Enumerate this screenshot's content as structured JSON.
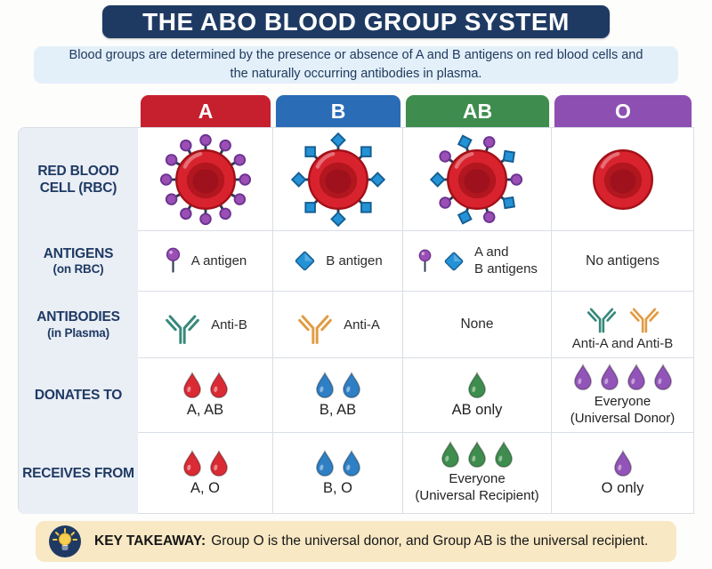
{
  "title": "THE ABO BLOOD GROUP SYSTEM",
  "subtitle": "Blood groups are determined by the presence or absence of A and B antigens on red blood cells and the naturally occurring antibodies in plasma.",
  "columns": [
    {
      "label": "A",
      "color": "#c6202e"
    },
    {
      "label": "B",
      "color": "#2a6cb5"
    },
    {
      "label": "AB",
      "color": "#3e8d4e"
    },
    {
      "label": "O",
      "color": "#8d4fb2"
    }
  ],
  "row_headers": {
    "rbc": {
      "title": "RED BLOOD CELL (RBC)",
      "sub": ""
    },
    "antigens": {
      "title": "ANTIGENS",
      "sub": "(on RBC)"
    },
    "antibodies": {
      "title": "ANTIBODIES",
      "sub": "(in Plasma)"
    },
    "donates": {
      "title": "DONATES TO",
      "sub": ""
    },
    "receives": {
      "title": "RECEIVES FROM",
      "sub": ""
    }
  },
  "cells": {
    "antigens": {
      "A": {
        "text": "A antigen"
      },
      "B": {
        "text": "B antigen"
      },
      "AB": {
        "text": "A and\nB antigens"
      },
      "O": {
        "text": "No antigens"
      }
    },
    "antibodies": {
      "A": {
        "text": "Anti-B"
      },
      "B": {
        "text": "Anti-A"
      },
      "AB": {
        "text": "None"
      },
      "O": {
        "text": "Anti-A and Anti-B"
      }
    },
    "donates_to": {
      "A": {
        "drops": {
          "count": 2,
          "color": "#da2b35"
        },
        "text": "A, AB"
      },
      "B": {
        "drops": {
          "count": 2,
          "color": "#2e7fc4"
        },
        "text": "B, AB"
      },
      "AB": {
        "drops": {
          "count": 1,
          "color": "#3e8d4e"
        },
        "text": "AB only"
      },
      "O": {
        "drops": {
          "count": 4,
          "color": "#9254b8"
        },
        "text": "Everyone\n(Universal Donor)"
      }
    },
    "receives_from": {
      "A": {
        "drops": {
          "count": 2,
          "color": "#da2b35"
        },
        "text": "A, O"
      },
      "B": {
        "drops": {
          "count": 2,
          "color": "#2e7fc4"
        },
        "text": "B, O"
      },
      "AB": {
        "drops": {
          "count": 3,
          "color": "#3e8d4e"
        },
        "text": "Everyone\n(Universal Recipient)"
      },
      "O": {
        "drops": {
          "count": 1,
          "color": "#9254b8"
        },
        "text": "O only"
      }
    }
  },
  "takeaway": {
    "label": "KEY TAKEAWAY:",
    "text": "Group O is the universal donor, and Group AB is the universal recipient."
  },
  "colors": {
    "navy": "#1e3a63",
    "subtitle_bg": "#e3f0fa",
    "label_col_bg": "#eaeef5",
    "grid_border": "#d9dee6",
    "antigen_a": "#9b4fb5",
    "antigen_b": "#2492d6",
    "antibody_teal": "#37897b",
    "antibody_orange": "#e29b42",
    "rbc_red": "#d8232e",
    "takeaway_bg": "#f8e8c4",
    "bulb_yellow": "#f7c843"
  }
}
